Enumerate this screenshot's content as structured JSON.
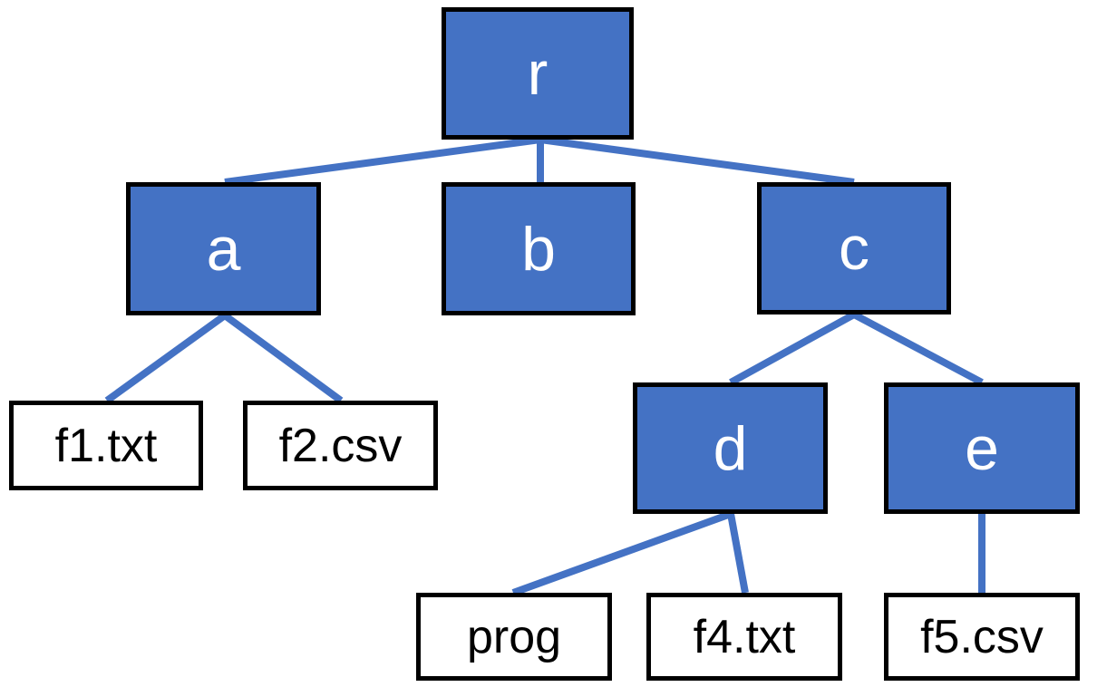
{
  "colors": {
    "directory_fill": "#4472c4",
    "directory_text": "#ffffff",
    "file_fill": "#ffffff",
    "file_text": "#000000",
    "border": "#000000",
    "edge": "#4472c4"
  },
  "tree": {
    "root": {
      "label": "r",
      "kind": "directory"
    },
    "a": {
      "label": "a",
      "kind": "directory",
      "parent": "r"
    },
    "b": {
      "label": "b",
      "kind": "directory",
      "parent": "r"
    },
    "c": {
      "label": "c",
      "kind": "directory",
      "parent": "r"
    },
    "f1": {
      "label": "f1.txt",
      "kind": "file",
      "parent": "a"
    },
    "f2": {
      "label": "f2.csv",
      "kind": "file",
      "parent": "a"
    },
    "d": {
      "label": "d",
      "kind": "directory",
      "parent": "c"
    },
    "e": {
      "label": "e",
      "kind": "directory",
      "parent": "c"
    },
    "prog": {
      "label": "prog",
      "kind": "file",
      "parent": "d"
    },
    "f4": {
      "label": "f4.txt",
      "kind": "file",
      "parent": "d"
    },
    "f5": {
      "label": "f5.csv",
      "kind": "file",
      "parent": "e"
    }
  }
}
